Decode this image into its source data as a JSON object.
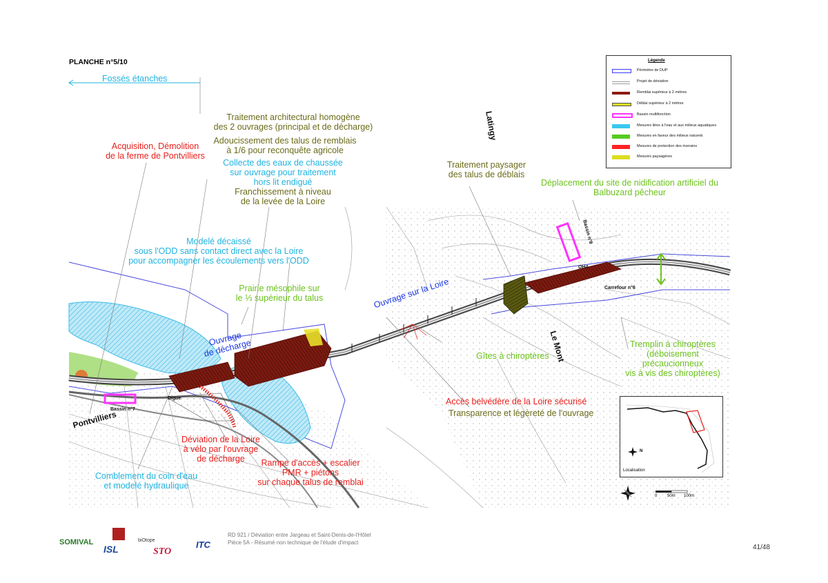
{
  "board_title": "PLANCHE n°5/10",
  "annotations": {
    "fosses": "Fossés étanches",
    "traitement_archi_1": "Traitement architectural homogène",
    "traitement_archi_2": "des 2 ouvrages (principal et de décharge)",
    "adoucissement_1": "Adoucissement des talus de remblais",
    "adoucissement_2": "à 1/6 pour reconquête agricole",
    "acquisition_1": "Acquisition, Démolition",
    "acquisition_2": "de la ferme de Pontvilliers",
    "collecte_1": "Collecte des eaux de chaussée",
    "collecte_2": "sur ouvrage pour traitement",
    "collecte_3": "hors lit endigué",
    "franchissement_1": "Franchissement à niveau",
    "franchissement_2": "de la levée de la Loire",
    "paysager_1": "Traitement paysager",
    "paysager_2": "des talus de déblais",
    "deplacement_1": "Déplacement du site de nidification artificiel du",
    "deplacement_2": "Balbuzard pêcheur",
    "modele_1": "Modelé décaissé",
    "modele_2": "sous l'ODD sans contact direct avec la Loire",
    "modele_3": "pour accompagner les écoulements vers l'ODD",
    "prairie_1": "Prairie mésophile sur",
    "prairie_2": "le ⅓ supérieur du talus",
    "ouvrage_loire": "Ouvrage sur la Loire",
    "ouvrage_decharge_1": "Ouvrage",
    "ouvrage_decharge_2": "de décharge",
    "gites": "Gîtes à chiroptères",
    "tremplin_1": "Tremplin à chiroptères",
    "tremplin_2": "(déboisement",
    "tremplin_3": "précaucionneux",
    "tremplin_4": "vis à vis des chiroptères)",
    "acces": "Accès belvédère de la Loire sécurisé",
    "transparence": "Transparence et légèreté de l'ouvrage",
    "deviation_1": "Déviation de la Loire",
    "deviation_2": "à vélo par l'ouvrage",
    "deviation_3": "de décharge",
    "rampe_1": "Rampe d'accès + escalier",
    "rampe_2": "PMR + piétons",
    "rampe_3": "sur chaque talus de remblai",
    "comblement_1": "Comblement du coin d'eau",
    "comblement_2": "et modelé hydraulique"
  },
  "places": {
    "latingy": "Latingy",
    "le_mont": "Le Mont",
    "pontvilliers": "Pontvilliers",
    "bassin7": "Bassin n°7",
    "bassin8": "Bassin n°8",
    "oh4": "OH4",
    "carrefour": "Carrefour n°6",
    "digue": "Digue"
  },
  "legend": {
    "title": "Légende",
    "items": [
      {
        "label": "Périmètre de DUP",
        "color": "#3a3aff"
      },
      {
        "label": "Projet de déviation",
        "color": "#999999"
      },
      {
        "label": "Remblai supérieur à 2 mètres",
        "color": "#8b1a0e"
      },
      {
        "label": "Déblai supérieur à 2 mètres",
        "color": "#7a7a00"
      },
      {
        "label": "Bassin multifonction",
        "color": "#ff33ff"
      },
      {
        "label": "Mesures liées à l'eau et aux milieux aquatiques",
        "color": "#38c8f0"
      },
      {
        "label": "Mesures en faveur des milieux naturels",
        "color": "#55cc22"
      },
      {
        "label": "Mesures de protection des riverains",
        "color": "#ff2222"
      },
      {
        "label": "Mesures paysagères",
        "color": "#dddd22"
      }
    ]
  },
  "inset": {
    "caption": "Localisation",
    "scale_0": "0",
    "scale_50": "50m",
    "scale_100": "100m",
    "north": "N"
  },
  "footer": {
    "line1": "RD 921 / Déviation entre Jargeau et Saint-Denis-de-l'Hôtel",
    "line2": "Pièce 5A  -  Résumé non technique de l'étude d'impact"
  },
  "page_number": "41/48",
  "logos": {
    "somival": "SOMIVAL",
    "isl": "ISL",
    "itc": "ITC",
    "biotope": "biOtope",
    "sto": "STO"
  },
  "colors": {
    "olive": "#6b6b1a",
    "red": "#e8201c",
    "cyan": "#1fb3e0",
    "green": "#6cc21c",
    "blue": "#1a36e0"
  }
}
